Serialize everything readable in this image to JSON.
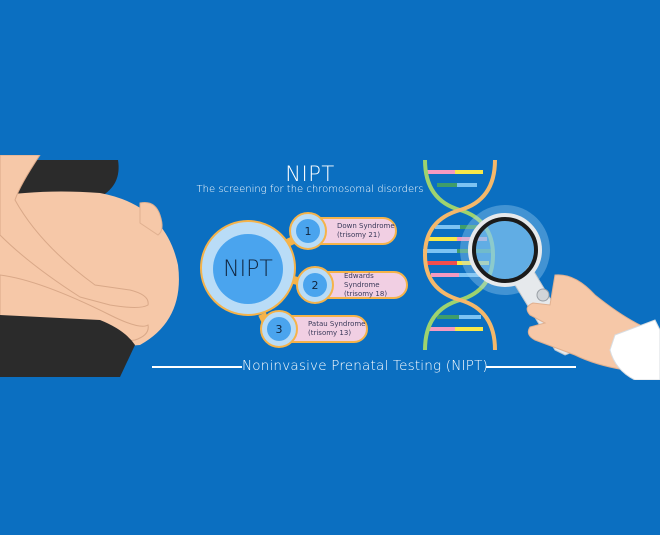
{
  "header": {
    "title": "NIPT",
    "subtitle": "The screening for the chromosomal disorders"
  },
  "hub": {
    "label": "NIPT"
  },
  "items": [
    {
      "number": "1",
      "name": "Down Syndrome",
      "detail": "(trisomy 21)"
    },
    {
      "number": "2",
      "name": "Edwards Syndrome",
      "detail": "(trisomy 18)"
    },
    {
      "number": "3",
      "name": "Patau Syndrome",
      "detail": "(trisomy 13)"
    }
  ],
  "footer": {
    "caption": "Noninvasive Prenatal Testing (NIPT)"
  },
  "colors": {
    "background": "#0b6fc1",
    "accent_orange": "#f5b34a",
    "node_light": "#b9dcf7",
    "node_blue": "#4aa4ee",
    "pill_pink": "#f1cfe3",
    "skin": "#f6c8a8",
    "clothing": "#2b2b2b"
  },
  "illustrations": {
    "left": "pregnant-belly-illustration",
    "right": "dna-magnifier-illustration"
  }
}
